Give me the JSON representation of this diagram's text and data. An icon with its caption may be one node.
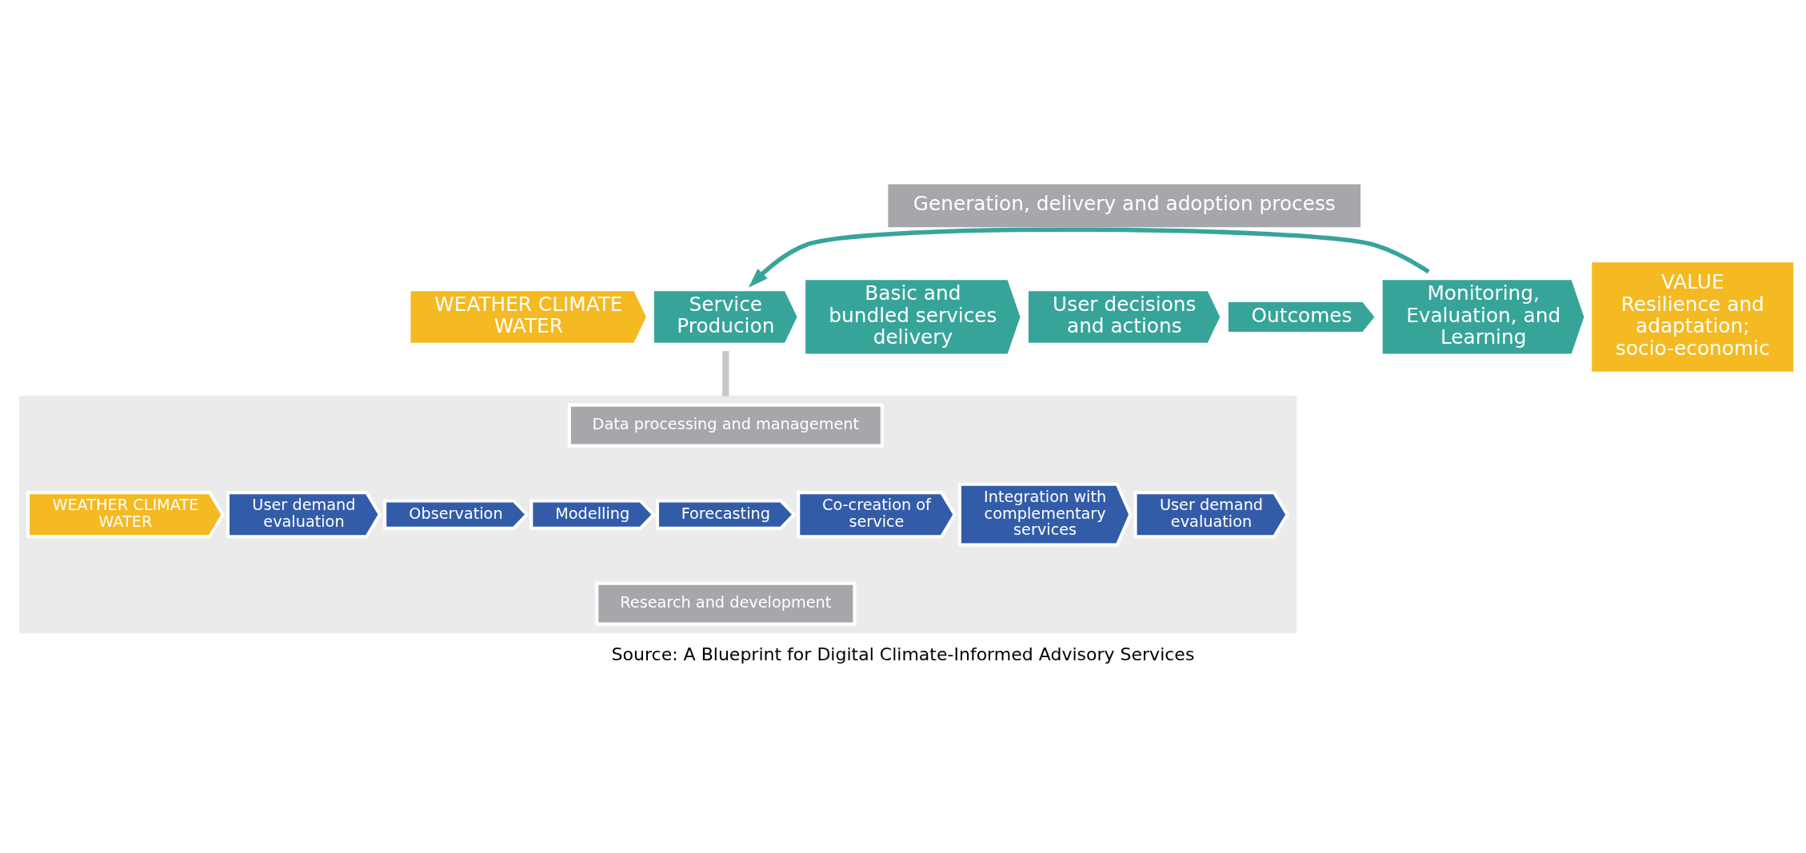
{
  "diagram": {
    "caption": "Source: A Blueprint for Digital Climate-Informed Advisory Services",
    "nodes": [
      {
        "text": [
          "Generation, delivery and adoption process"
        ]
      },
      {
        "text": [
          "WEATHER CLIMATE WATER"
        ]
      },
      {
        "text": [
          "Service Producion"
        ]
      },
      {
        "text": [
          "Basic and bundled services delivery"
        ]
      },
      {
        "text": [
          "User decisions and actions"
        ]
      },
      {
        "text": [
          "Outcomes"
        ]
      },
      {
        "text": [
          "Monitoring, Evaluation, and Learning"
        ]
      },
      {
        "text": [
          "VALUE",
          "Resilience and adaptation; socio-economic"
        ]
      },
      {
        "text": [],
        "shape": "box"
      },
      {
        "text": [
          "Data processing and management"
        ],
        "in": 8
      },
      {
        "text": [
          "WEATHER CLIMATE WATER"
        ],
        "in": 8
      },
      {
        "text": [
          "User demand evaluation"
        ],
        "in": 8
      },
      {
        "text": [
          "Observation"
        ],
        "in": 8
      },
      {
        "text": [
          "Modelling"
        ],
        "in": 8
      },
      {
        "text": [
          "Forecasting"
        ],
        "in": 8
      },
      {
        "text": [
          "Co-creation of service"
        ],
        "in": 8
      },
      {
        "text": [
          "Integration with complementary services"
        ],
        "in": 8
      },
      {
        "text": [
          "User demand evaluation"
        ],
        "in": 8
      },
      {
        "text": [
          "Research and development"
        ],
        "in": 8
      }
    ],
    "edges": [
      {
        "from": 6,
        "to": 2,
        "arrow": "to"
      },
      {
        "from": 2,
        "to": 8,
        "arrow": "none",
        "color": "#c8c8c8"
      }
    ]
  }
}
